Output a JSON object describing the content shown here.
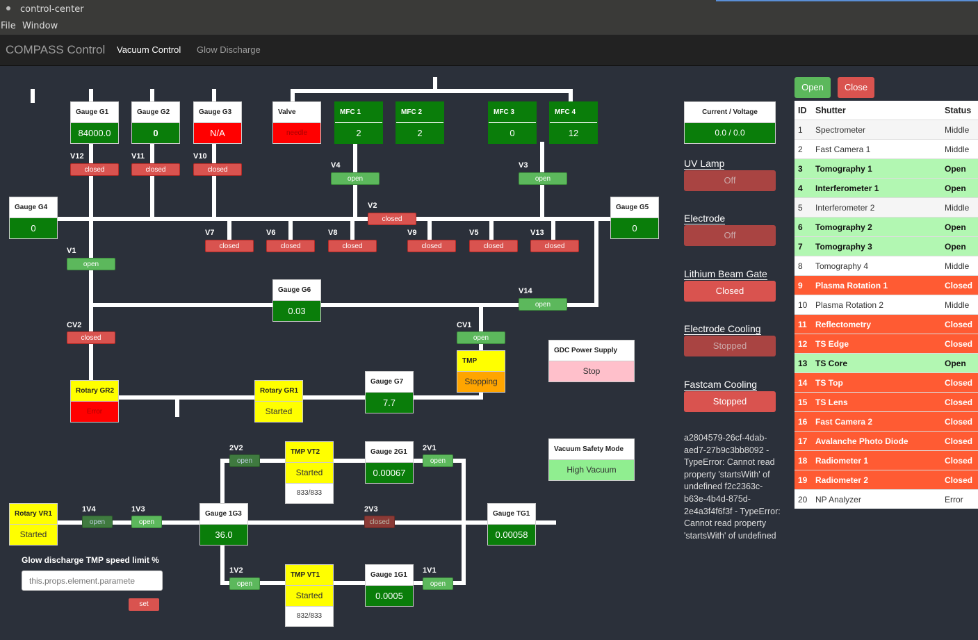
{
  "window": {
    "title": "control-center",
    "menu": [
      "File",
      "Window"
    ]
  },
  "nav": {
    "brand": "COMPASS Control",
    "tabs": [
      "Vacuum Control",
      "Glow Discharge"
    ]
  },
  "gauges": {
    "g1": {
      "label": "Gauge G1",
      "value": "84000.0"
    },
    "g2": {
      "label": "Gauge G2",
      "value": "0"
    },
    "g3": {
      "label": "Gauge G3",
      "value": "N/A"
    },
    "g4": {
      "label": "Gauge G4",
      "value": "0"
    },
    "g5": {
      "label": "Gauge G5",
      "value": "0"
    },
    "g6": {
      "label": "Gauge G6",
      "value": "0.03"
    },
    "g7": {
      "label": "Gauge G7",
      "value": "7.7"
    },
    "g2g1": {
      "label": "Gauge 2G1",
      "value": "0.00067"
    },
    "g1g3": {
      "label": "Gauge 1G3",
      "value": "36.0"
    },
    "g1g1": {
      "label": "Gauge 1G1",
      "value": "0.0005"
    },
    "gtg1": {
      "label": "Gauge TG1",
      "value": "0.00058"
    }
  },
  "valve_box": {
    "label": "Valve",
    "value": "needle"
  },
  "mfc": {
    "mfc1": {
      "label": "MFC 1",
      "value": "2"
    },
    "mfc2": {
      "label": "MFC 2",
      "value": "2"
    },
    "mfc3": {
      "label": "MFC 3",
      "value": "0"
    },
    "mfc4": {
      "label": "MFC 4",
      "value": "12"
    }
  },
  "pumps": {
    "gr2": {
      "label": "Rotary GR2",
      "value": "Error"
    },
    "gr1": {
      "label": "Rotary GR1",
      "value": "Started"
    },
    "tmp": {
      "label": "TMP",
      "value": "Stopping"
    },
    "vt2": {
      "label": "TMP VT2",
      "value": "Started",
      "speed": "833/833"
    },
    "vt1": {
      "label": "TMP VT1",
      "value": "Started",
      "speed": "832/833"
    },
    "vr1": {
      "label": "Rotary VR1",
      "value": "Started"
    }
  },
  "valves": {
    "v12": {
      "label": "V12",
      "state": "closed"
    },
    "v11": {
      "label": "V11",
      "state": "closed"
    },
    "v10": {
      "label": "V10",
      "state": "closed"
    },
    "v4": {
      "label": "V4",
      "state": "open"
    },
    "v3": {
      "label": "V3",
      "state": "open"
    },
    "v2": {
      "label": "V2",
      "state": "closed"
    },
    "v7": {
      "label": "V7",
      "state": "closed"
    },
    "v6": {
      "label": "V6",
      "state": "closed"
    },
    "v8": {
      "label": "V8",
      "state": "closed"
    },
    "v9": {
      "label": "V9",
      "state": "closed"
    },
    "v5": {
      "label": "V5",
      "state": "closed"
    },
    "v13": {
      "label": "V13",
      "state": "closed"
    },
    "v1": {
      "label": "V1",
      "state": "open"
    },
    "v14": {
      "label": "V14",
      "state": "open"
    },
    "cv2": {
      "label": "CV2",
      "state": "closed"
    },
    "cv1": {
      "label": "CV1",
      "state": "open"
    },
    "v2v2": {
      "label": "2V2",
      "state": "open"
    },
    "v2v1": {
      "label": "2V1",
      "state": "open"
    },
    "v2v3": {
      "label": "2V3",
      "state": "closed"
    },
    "v1v4": {
      "label": "1V4",
      "state": "open"
    },
    "v1v3": {
      "label": "1V3",
      "state": "open"
    },
    "v1v2": {
      "label": "1V2",
      "state": "open"
    },
    "v1v1": {
      "label": "1V1",
      "state": "open"
    }
  },
  "panels": {
    "gdc": {
      "label": "GDC Power Supply",
      "value": "Stop"
    },
    "safety": {
      "label": "Vacuum Safety Mode",
      "value": "High Vacuum"
    },
    "cv": {
      "label": "Current / Voltage",
      "value": "0.0 / 0.0"
    }
  },
  "controls": {
    "uv": {
      "label": "UV Lamp",
      "button": "Off"
    },
    "electrode": {
      "label": "Electrode",
      "button": "Off"
    },
    "lithium": {
      "label": "Lithium Beam Gate",
      "button": "Closed"
    },
    "ecool": {
      "label": "Electrode Cooling",
      "button": "Stopped"
    },
    "fcool": {
      "label": "Fastcam Cooling",
      "button": "Stopped"
    }
  },
  "error_text": "a2804579-26cf-4dab-aed7-27b9c3bb8092 - TypeError: Cannot read property 'startsWith' of undefined f2c2363c-b63e-4b4d-875d-2e4a3f4f6f3f - TypeError: Cannot read property 'startsWith' of undefined",
  "glow": {
    "label": "Glow discharge TMP speed limit %",
    "placeholder": "this.props.element.paramete",
    "set": "set"
  },
  "shutters": {
    "open_button": "Open",
    "close_button": "Close",
    "headers": [
      "ID",
      "Shutter",
      "Status"
    ],
    "rows": [
      {
        "id": "1",
        "name": "Spectrometer",
        "status": "Middle"
      },
      {
        "id": "2",
        "name": "Fast Camera 1",
        "status": "Middle"
      },
      {
        "id": "3",
        "name": "Tomography 1",
        "status": "Open"
      },
      {
        "id": "4",
        "name": "Interferometer 1",
        "status": "Open"
      },
      {
        "id": "5",
        "name": "Interferometer 2",
        "status": "Middle"
      },
      {
        "id": "6",
        "name": "Tomography 2",
        "status": "Open"
      },
      {
        "id": "7",
        "name": "Tomography 3",
        "status": "Open"
      },
      {
        "id": "8",
        "name": "Tomography 4",
        "status": "Middle"
      },
      {
        "id": "9",
        "name": "Plasma Rotation 1",
        "status": "Closed"
      },
      {
        "id": "10",
        "name": "Plasma Rotation 2",
        "status": "Middle"
      },
      {
        "id": "11",
        "name": "Reflectometry",
        "status": "Closed"
      },
      {
        "id": "12",
        "name": "TS Edge",
        "status": "Closed"
      },
      {
        "id": "13",
        "name": "TS Core",
        "status": "Open"
      },
      {
        "id": "14",
        "name": "TS Top",
        "status": "Closed"
      },
      {
        "id": "15",
        "name": "TS Lens",
        "status": "Closed"
      },
      {
        "id": "16",
        "name": "Fast Camera 2",
        "status": "Closed"
      },
      {
        "id": "17",
        "name": "Avalanche Photo Diode",
        "status": "Closed"
      },
      {
        "id": "18",
        "name": "Radiometer 1",
        "status": "Closed"
      },
      {
        "id": "19",
        "name": "Radiometer 2",
        "status": "Closed"
      },
      {
        "id": "20",
        "name": "NP Analyzer",
        "status": "Error"
      }
    ]
  }
}
